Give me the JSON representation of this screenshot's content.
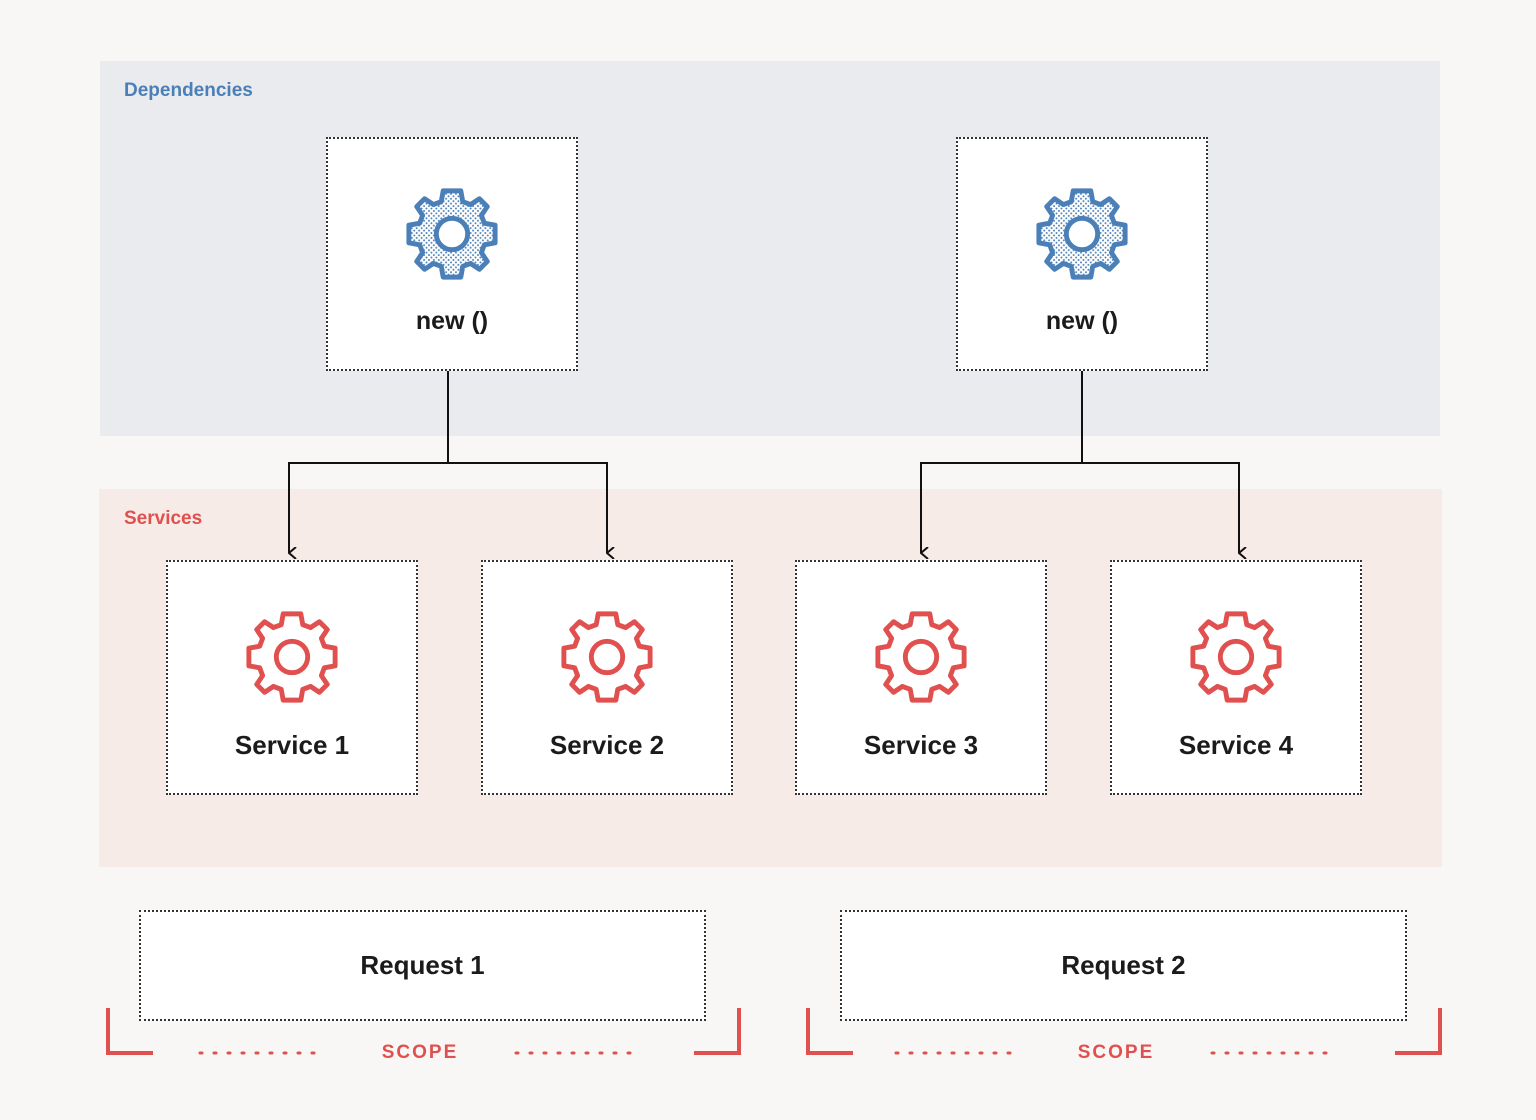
{
  "colors": {
    "background": "#f8f7f6",
    "dependencies_band": "#eaebef",
    "services_band": "#f7ebe7",
    "dependency_accent": "#4a7fb7",
    "service_accent": "#e0504f",
    "connector": "#111111"
  },
  "dependencies": {
    "label": "Dependencies",
    "items": [
      {
        "label": "new ()",
        "icon": "gear-icon"
      },
      {
        "label": "new ()",
        "icon": "gear-icon"
      }
    ]
  },
  "services": {
    "label": "Services",
    "items": [
      {
        "label": "Service 1",
        "icon": "gear-icon"
      },
      {
        "label": "Service 2",
        "icon": "gear-icon"
      },
      {
        "label": "Service 3",
        "icon": "gear-icon"
      },
      {
        "label": "Service 4",
        "icon": "gear-icon"
      }
    ]
  },
  "requests": {
    "items": [
      {
        "label": "Request 1",
        "scope_label": "SCOPE"
      },
      {
        "label": "Request 2",
        "scope_label": "SCOPE"
      }
    ]
  },
  "edges": [
    {
      "from": "dependency-1",
      "to": "service-1"
    },
    {
      "from": "dependency-1",
      "to": "service-2"
    },
    {
      "from": "dependency-2",
      "to": "service-3"
    },
    {
      "from": "dependency-2",
      "to": "service-4"
    }
  ]
}
